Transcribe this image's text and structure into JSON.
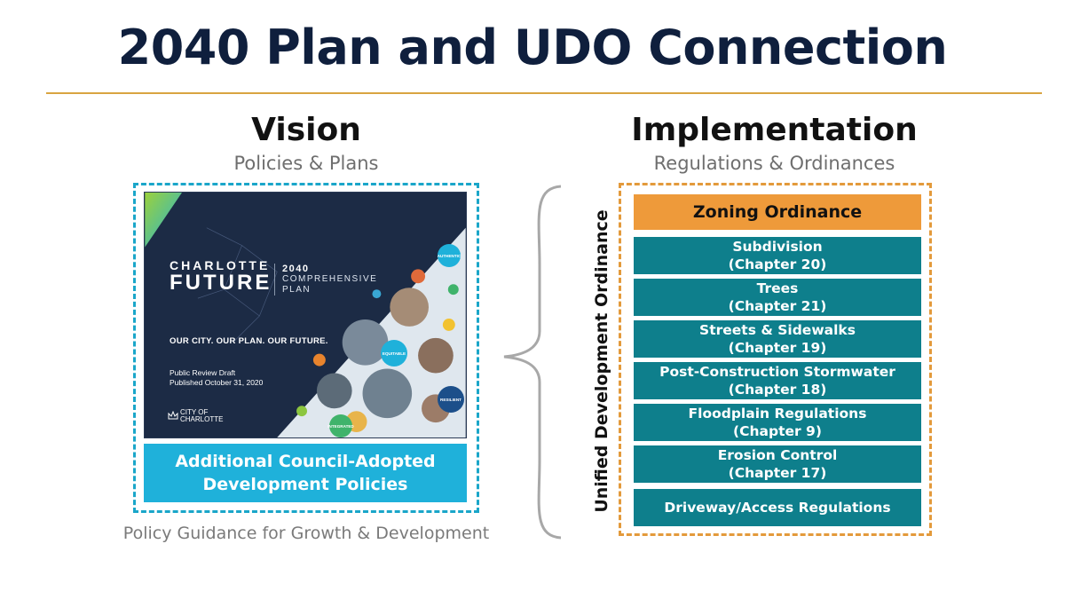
{
  "title": "2040 Plan and UDO Connection",
  "colors": {
    "title": "#0f1f3d",
    "rule": "#d9a441",
    "vision_border": "#1aa6c9",
    "impl_border": "#e39a3b",
    "zoning": "#ee9a3a",
    "chapter": "#0e7f8c",
    "policies": "#1fb1da"
  },
  "vision": {
    "heading": "Vision",
    "subheading": "Policies & Plans",
    "cover": {
      "brand_line1": "CHARLOTTE",
      "brand_line2": "FUTURE",
      "plan_line1": "2040",
      "plan_line2": "COMPREHENSIVE",
      "plan_line3": "PLAN",
      "tagline": "OUR CITY. OUR PLAN. OUR FUTURE.",
      "draft_line1": "Public Review Draft",
      "draft_line2": "Published October 31, 2020",
      "city_line1": "CITY OF",
      "city_line2": "CHARLOTTE",
      "badges": [
        "AUTHENTIC",
        "EQUITABLE",
        "RESILIENT",
        "INTEGRATED"
      ]
    },
    "policies_line1": "Additional Council-Adopted",
    "policies_line2": "Development Policies",
    "guidance": "Policy Guidance for Growth & Development"
  },
  "implementation": {
    "heading": "Implementation",
    "subheading": "Regulations & Ordinances",
    "udo_label": "Unified Development Ordinance",
    "zoning": "Zoning Ordinance",
    "chapters": [
      {
        "name": "Subdivision",
        "chapter": "(Chapter 20)"
      },
      {
        "name": "Trees",
        "chapter": "(Chapter 21)"
      },
      {
        "name": "Streets & Sidewalks",
        "chapter": "(Chapter 19)"
      },
      {
        "name": "Post-Construction Stormwater",
        "chapter": "(Chapter 18)"
      },
      {
        "name": "Floodplain Regulations",
        "chapter": "(Chapter 9)"
      },
      {
        "name": "Erosion Control",
        "chapter": "(Chapter 17)"
      },
      {
        "name": "Driveway/Access Regulations",
        "chapter": ""
      }
    ]
  }
}
